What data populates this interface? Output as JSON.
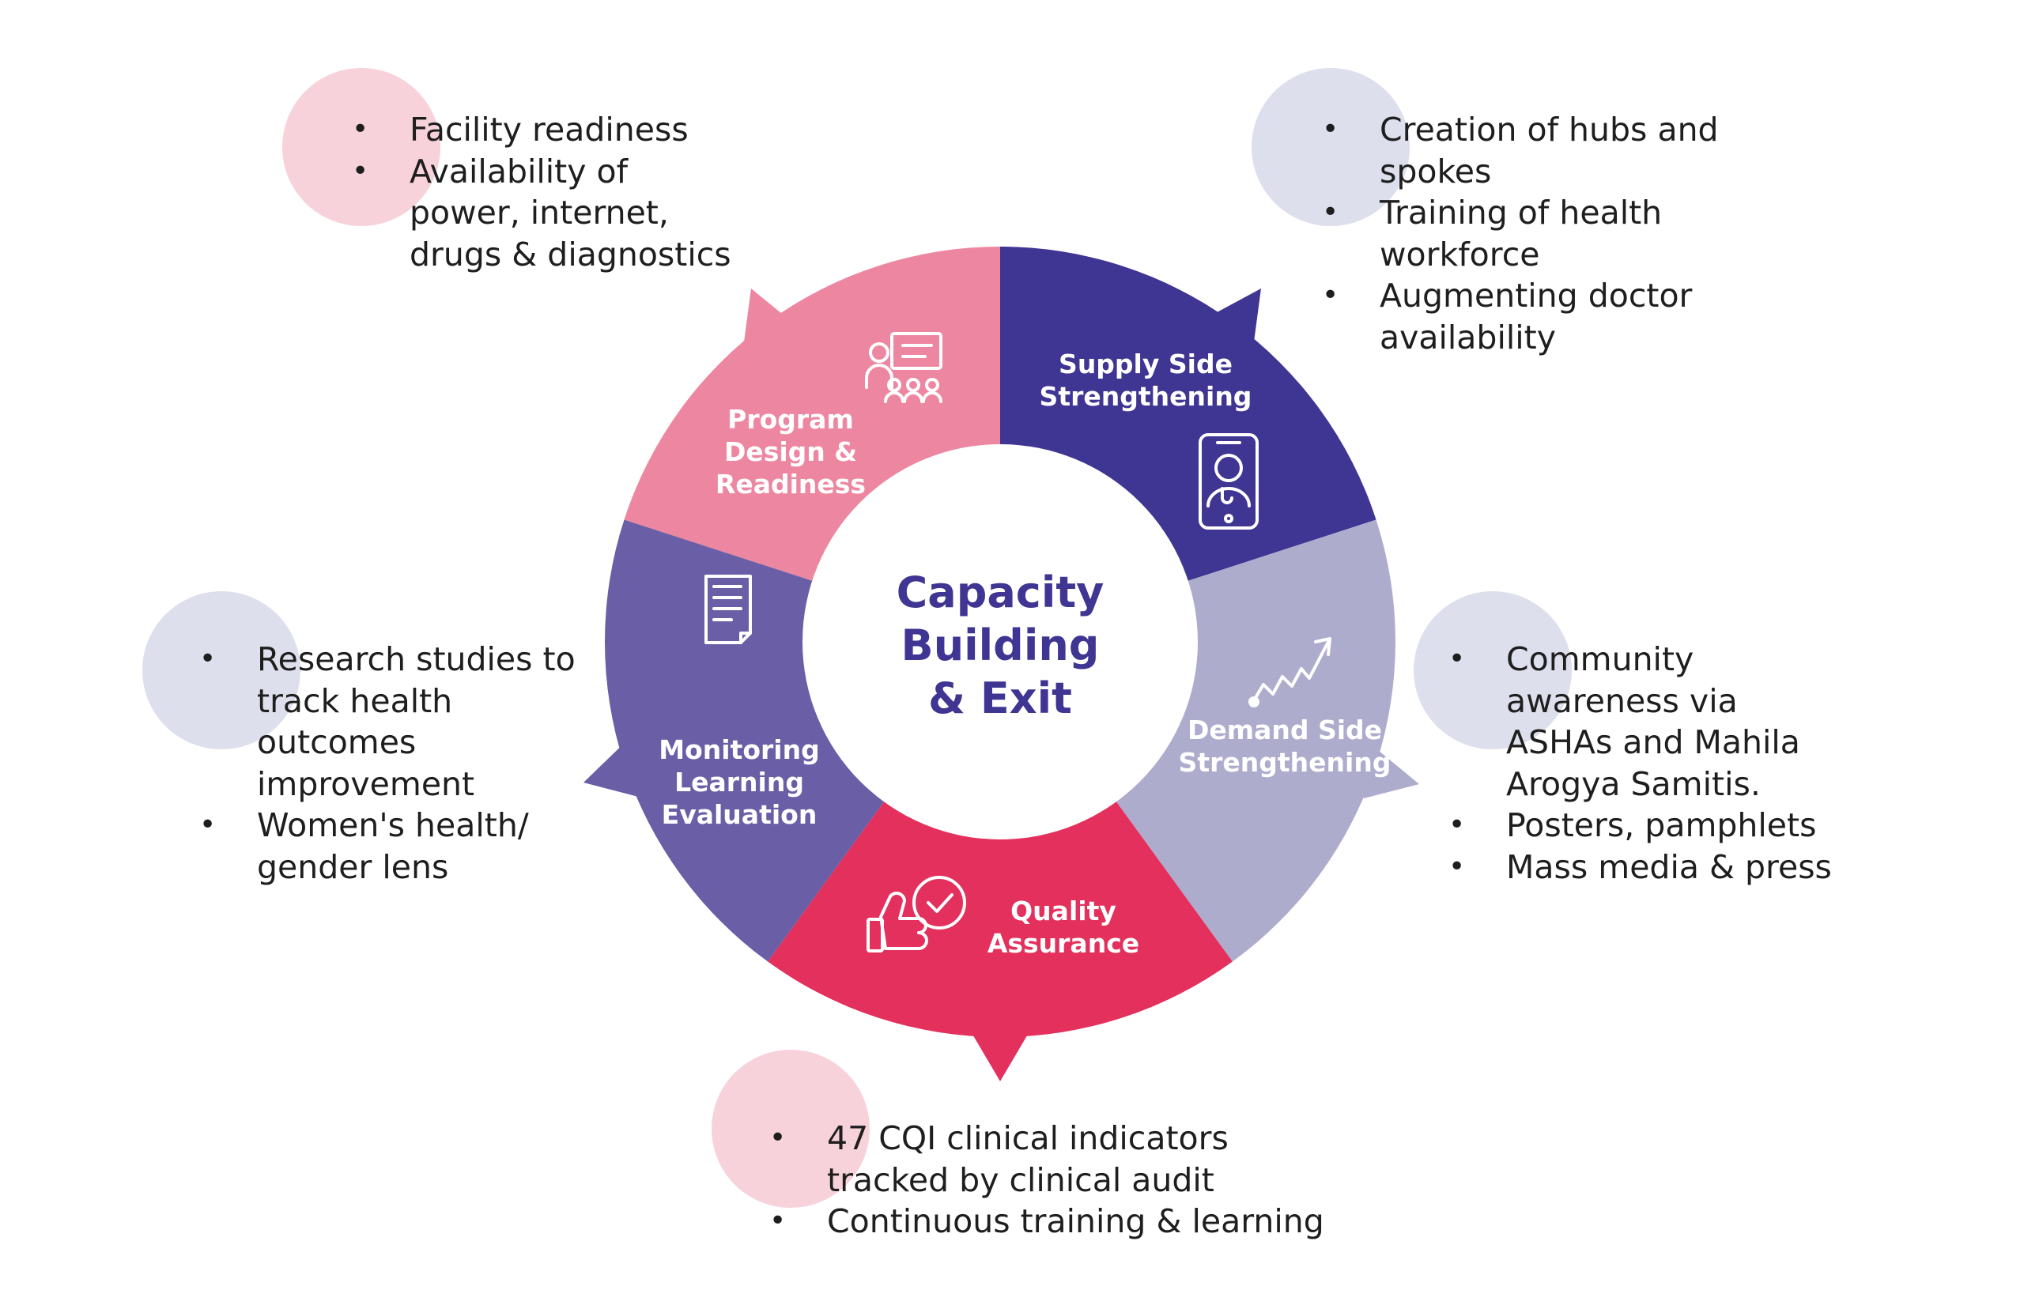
{
  "center": {
    "title_lines": [
      "Capacity",
      "Building",
      "& Exit"
    ]
  },
  "segments": [
    {
      "id": "program",
      "label_lines": [
        "Program",
        "Design &",
        "Readiness"
      ],
      "color": "#ed87a1",
      "icon": "training-presentation-icon"
    },
    {
      "id": "supply",
      "label_lines": [
        "Supply Side",
        "Strengthening"
      ],
      "color": "#3f3592",
      "icon": "doctor-phone-icon"
    },
    {
      "id": "demand",
      "label_lines": [
        "Demand Side",
        "Strengthening"
      ],
      "color": "#aeaccd",
      "icon": "growth-chart-icon"
    },
    {
      "id": "quality",
      "label_lines": [
        "Quality",
        "Assurance"
      ],
      "color": "#e3305c",
      "icon": "thumbs-up-check-icon"
    },
    {
      "id": "mle",
      "label_lines": [
        "Monitoring",
        "Learning",
        "Evaluation"
      ],
      "color": "#6a5fa6",
      "icon": "document-icon"
    }
  ],
  "notes": {
    "program": [
      "Facility readiness",
      "Availability of power, internet, drugs & diagnostics"
    ],
    "supply": [
      "Creation of hubs and spokes",
      "Training of health workforce",
      "Augmenting doctor availability"
    ],
    "demand": [
      "Community awareness via ASHAs and Mahila Arogya Samitis.",
      "Posters, pamphlets",
      "Mass media & press"
    ],
    "quality": [
      "47 CQI clinical indicators tracked by clinical audit",
      "Continuous training & learning"
    ],
    "mle": [
      "Research studies to track health outcomes improvement",
      "Women's health/ gender lens"
    ]
  },
  "colors": {
    "pink_blob": "#f6cdd7",
    "lavender_blob": "#d9dbea",
    "center_text": "#3f3592"
  }
}
